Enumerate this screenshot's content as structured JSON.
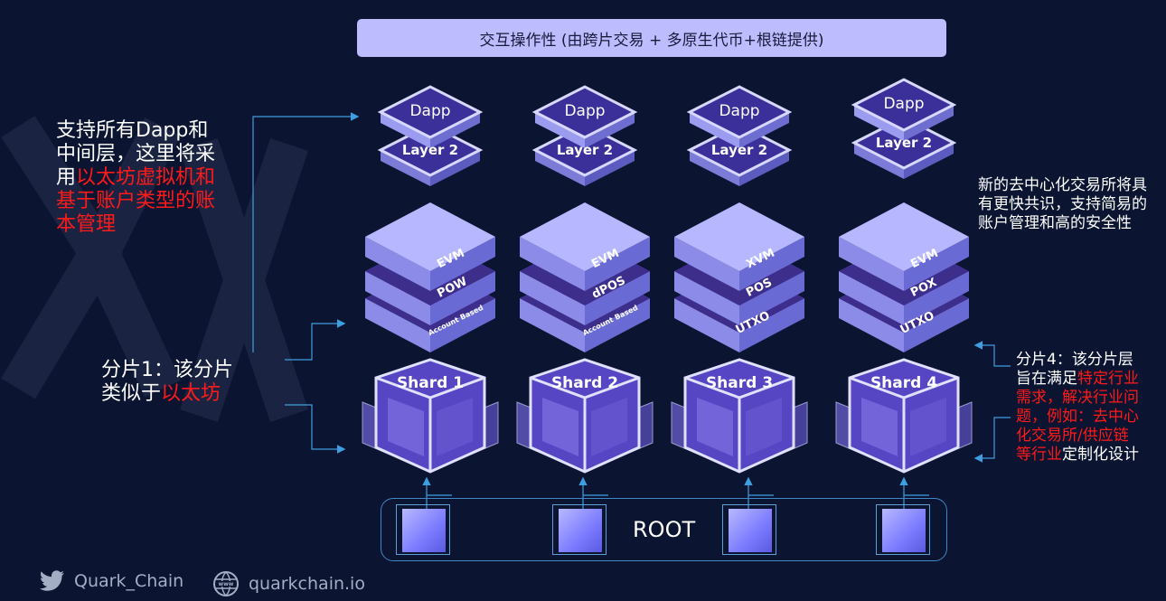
{
  "banner": "交互操作性 (由跨片交易 + 多原生代币+根链提供)",
  "left_note": {
    "line1": "支持所有Dapp和",
    "line2": "中间层，这里将采",
    "line3a": "用",
    "line3b": "以太坊虚拟机和",
    "line4": "基于账户类型的账",
    "line5": "本管理"
  },
  "shard1_note": {
    "line1": "分片1：该分片",
    "line2a": "类似于",
    "line2b": "以太坊"
  },
  "right_note": "新的去中心化交易所将具有更快共识，支持简易的账户管理和高的安全性",
  "shard4_note": {
    "line1": "分片4：该分片层",
    "line2a": "旨在满足",
    "line2b": "特定行业",
    "line3": "需求，解决行业问",
    "line4": "题，例如：去中心",
    "line5": "化交易所/供应链",
    "line6a": "等行业",
    "line6b": "定制化设计"
  },
  "columns": [
    {
      "dapp": "Dapp",
      "layer2": "Layer 2",
      "stack": [
        "EVM",
        "POW",
        "Account Based"
      ],
      "shard": "Shard 1"
    },
    {
      "dapp": "Dapp",
      "layer2": "Layer 2",
      "stack": [
        "EVM",
        "dPOS",
        "Account Based"
      ],
      "shard": "Shard 2"
    },
    {
      "dapp": "Dapp",
      "layer2": "Layer 2",
      "stack": [
        "XVM",
        "POS",
        "UTXO"
      ],
      "shard": "Shard 3"
    },
    {
      "dapp": "Dapp",
      "layer2": "Layer 2",
      "stack": [
        "EVM",
        "POX",
        "UTXO"
      ],
      "shard": "Shard 4"
    }
  ],
  "root": "ROOT",
  "footer": {
    "twitter_icon": "twitter-bird-icon",
    "twitter": "Quark_Chain",
    "web_icon": "www-globe-icon",
    "website": "quarkchain.io"
  },
  "colors": {
    "background": "#0b1430",
    "banner": "#bcbcff",
    "highlight": "#ff1a1a",
    "connector": "#3f9ee0"
  }
}
